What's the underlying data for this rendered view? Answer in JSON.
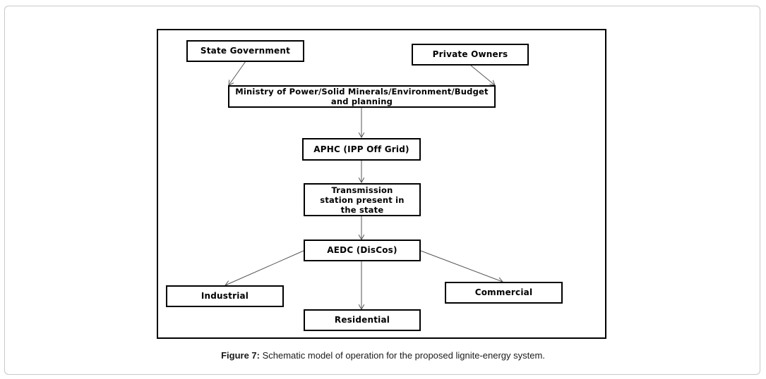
{
  "nodes": {
    "state_government": "State Government",
    "private_owners": "Private Owners",
    "ministry": "Ministry of Power/Solid Minerals/Environment/Budget and planning",
    "aphc": "APHC (IPP Off Grid)",
    "transmission": "Transmission station present in the state",
    "aedc": "AEDC (DisCos)",
    "industrial": "Industrial",
    "commercial": "Commercial",
    "residential": "Residential"
  },
  "caption": {
    "label": "Figure 7:",
    "text": " Schematic model of operation for the proposed lignite-energy system."
  }
}
